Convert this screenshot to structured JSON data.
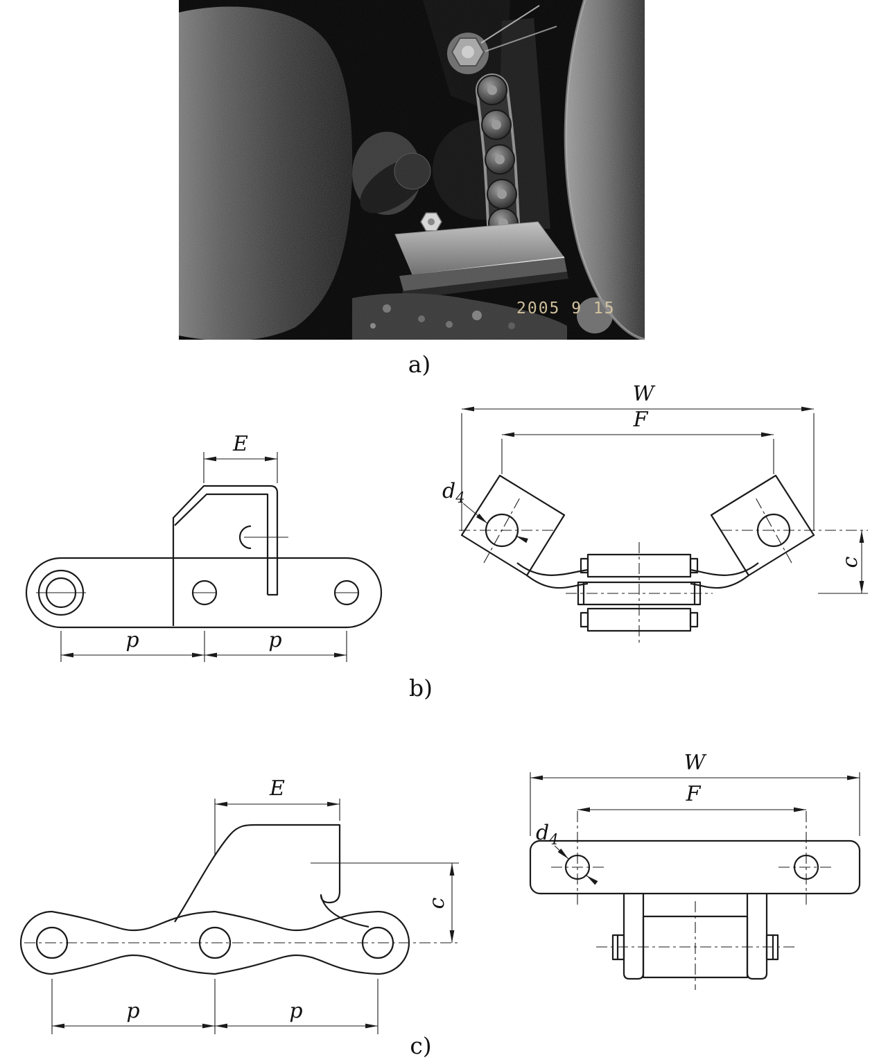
{
  "photo": {
    "timestamp": "2005  9 15"
  },
  "sections": {
    "a": {
      "label": "a)"
    },
    "b": {
      "label": "b)"
    },
    "c": {
      "label": "c)"
    }
  },
  "dims": {
    "E": "E",
    "W": "W",
    "F": "F",
    "p": "p",
    "c": "c",
    "d": "d",
    "d_sub": "4"
  }
}
